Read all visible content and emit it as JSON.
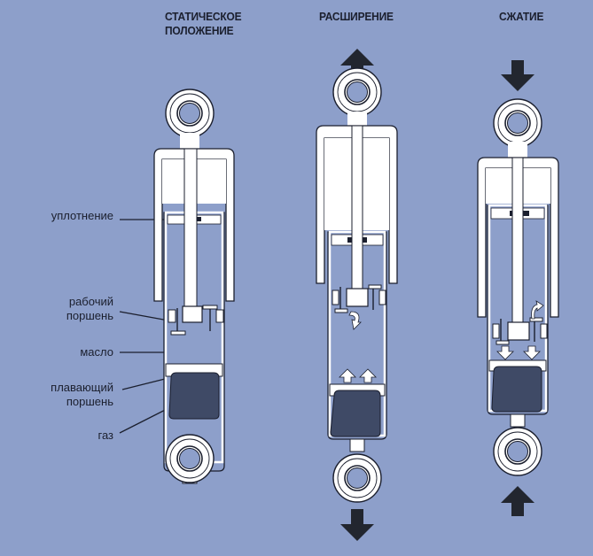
{
  "titles": {
    "static": [
      "СТАТИЧЕСКОЕ",
      "ПОЛОЖЕНИЕ"
    ],
    "extension": "РАСШИРЕНИЕ",
    "compression": "СЖАТИЕ"
  },
  "labels": {
    "seal": "уплотнение",
    "working_piston": [
      "рабочий",
      "поршень"
    ],
    "oil": "масло",
    "floating_piston": [
      "плавающий",
      "поршень"
    ],
    "gas": "газ"
  },
  "colors": {
    "background": "#8d9fca",
    "body": "#ffffff",
    "outline": "#1b1f2e",
    "gas": "#3f4a66",
    "arrow": "#22262f"
  }
}
